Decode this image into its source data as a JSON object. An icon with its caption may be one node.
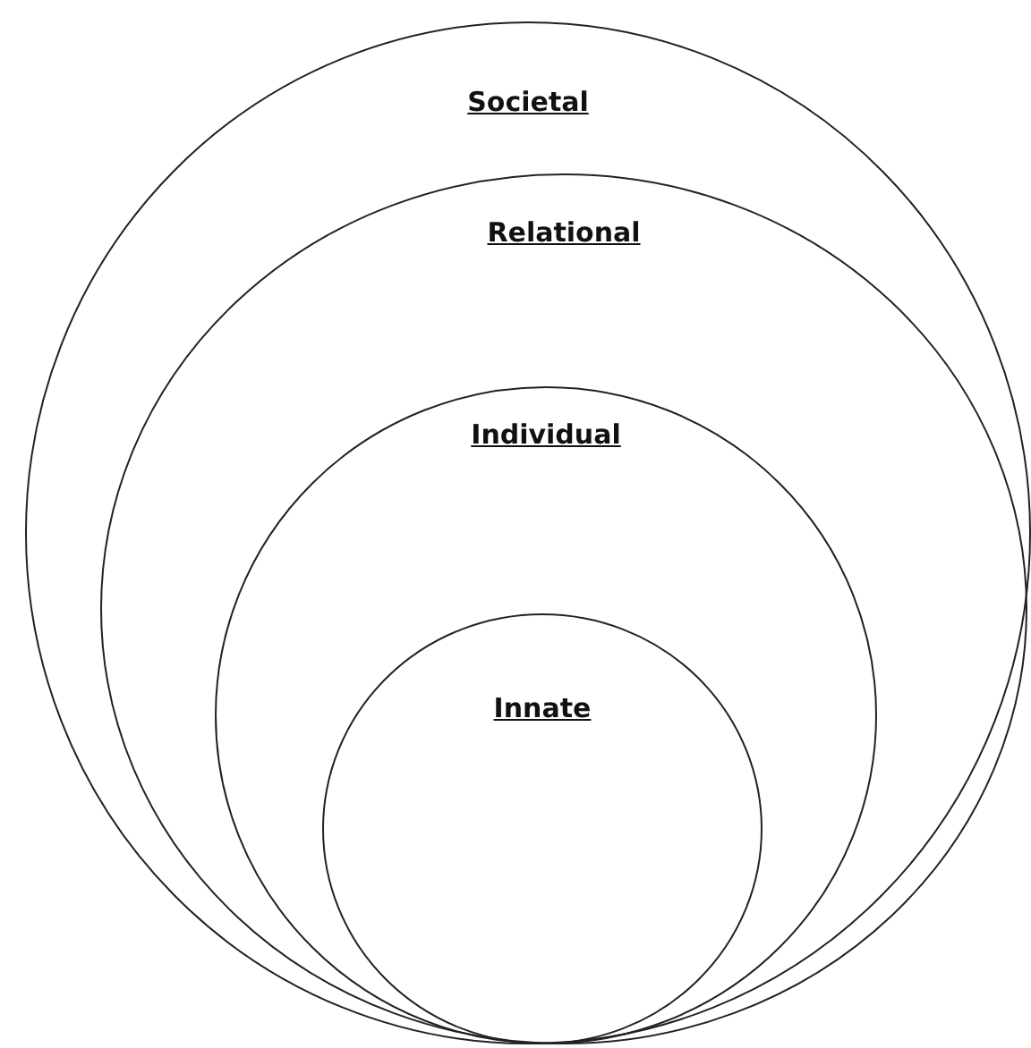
{
  "diagram": {
    "nodes": [
      {
        "text": [
          "Societal"
        ]
      },
      {
        "text": [
          "Relational"
        ],
        "in": 0
      },
      {
        "text": [
          "Individual"
        ],
        "in": 1
      },
      {
        "text": [
          "Innate"
        ],
        "in": 2
      }
    ]
  }
}
